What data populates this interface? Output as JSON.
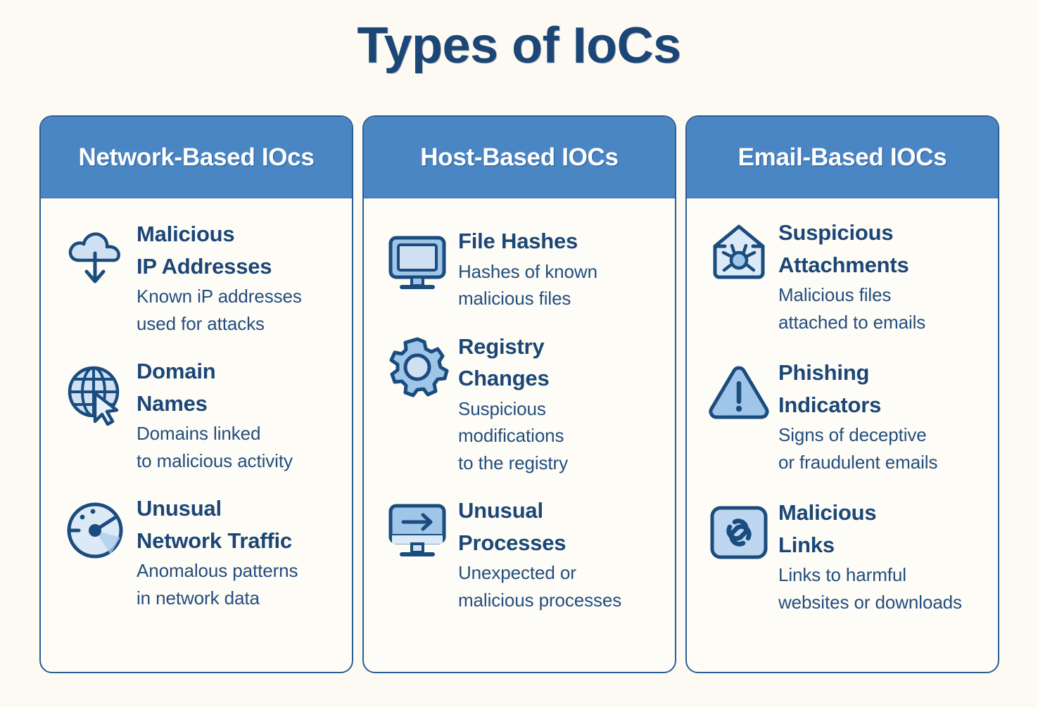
{
  "page": {
    "title": "Types of IoCs",
    "background_color": "#FDFAF3",
    "accent_color": "#4A86C4",
    "text_color": "#1B4676",
    "border_color": "#2A5E94"
  },
  "columns": [
    {
      "header": "Network-Based IOcs",
      "items": [
        {
          "icon": "cloud-download-icon",
          "title": "Malicious IP Addresses",
          "title_lines": [
            "Malicious",
            "IP Addresses"
          ],
          "desc": "Known iP addresses used for attacks",
          "desc_lines": [
            "Known iP addresses",
            "used for attacks"
          ]
        },
        {
          "icon": "globe-cursor-icon",
          "title": "Domain Names",
          "title_lines": [
            "Domain",
            "Names"
          ],
          "desc": "Domains linked to malicious activity",
          "desc_lines": [
            "Domains linked",
            "to malicious activity"
          ]
        },
        {
          "icon": "gauge-icon",
          "title": "Unusual Network Traffic",
          "title_lines": [
            "Unusual",
            "Network Traffic"
          ],
          "desc": "Anomalous patterns in network data",
          "desc_lines": [
            "Anomalous patterns",
            "in network data"
          ]
        }
      ]
    },
    {
      "header": "Host-Based IOCs",
      "items": [
        {
          "icon": "monitor-icon",
          "title": "File Hashes",
          "title_lines": [
            "File Hashes"
          ],
          "desc": "Hashes of known malicious files",
          "desc_lines": [
            "Hashes of known",
            "malicious files"
          ]
        },
        {
          "icon": "gear-icon",
          "title": "Registry Changes",
          "title_lines": [
            "Registry",
            "Changes"
          ],
          "desc": "Suspicious modifications to the registry",
          "desc_lines": [
            "Suspicious",
            "modifications",
            "to the registry"
          ]
        },
        {
          "icon": "monitor-arrow-icon",
          "title": "Unusual Processes",
          "title_lines": [
            "Unusual",
            "Processes"
          ],
          "desc": "Unexpected or malicious processes",
          "desc_lines": [
            "Unexpected or",
            "malicious processes"
          ]
        }
      ]
    },
    {
      "header": "Email-Based IOCs",
      "items": [
        {
          "icon": "envelope-bug-icon",
          "title": "Suspicious Attachments",
          "title_lines": [
            "Suspicious",
            "Attachments"
          ],
          "desc": "Malicious files attached to emails",
          "desc_lines": [
            "Malicious files",
            "attached to emails"
          ]
        },
        {
          "icon": "warning-triangle-icon",
          "title": "Phishing Indicators",
          "title_lines": [
            "Phishing",
            "Indicators"
          ],
          "desc": "Signs of deceptive or fraudulent emails",
          "desc_lines": [
            "Signs of deceptive",
            "or fraudulent emails"
          ]
        },
        {
          "icon": "link-chain-icon",
          "title": "Malicious Links",
          "title_lines": [
            "Malicious",
            "Links"
          ],
          "desc": "Links to harmful websites or downloads",
          "desc_lines": [
            "Links to harmful",
            "websites or downloads"
          ]
        }
      ]
    }
  ]
}
